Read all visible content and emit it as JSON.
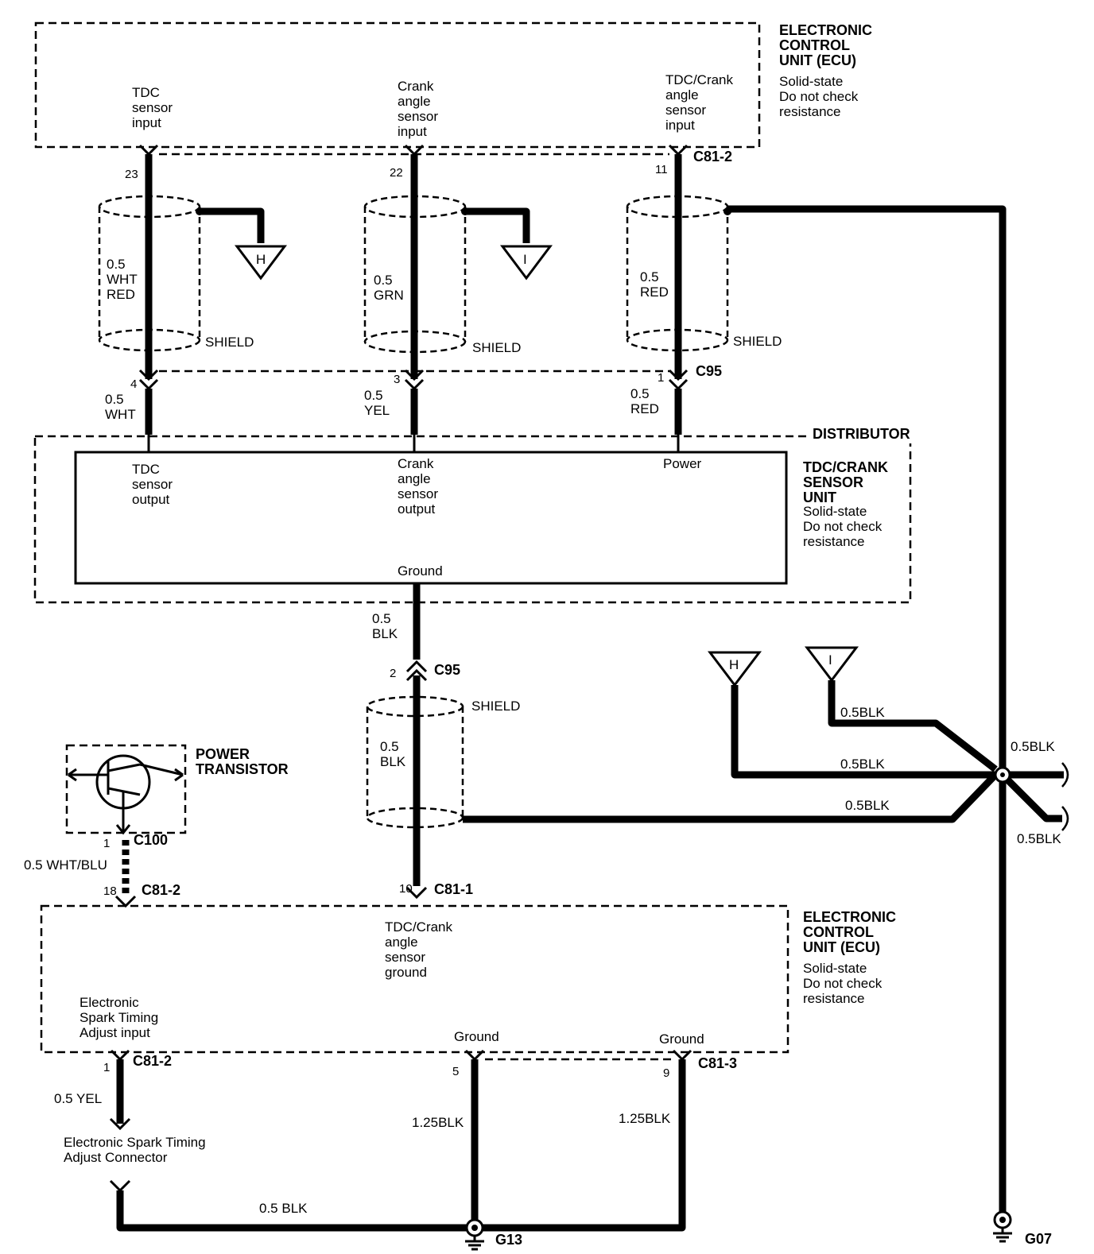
{
  "ecu_top": {
    "title": [
      "ELECTRONIC",
      "CONTROL",
      "UNIT (ECU)"
    ],
    "note": [
      "Solid-state",
      "Do not check",
      "resistance"
    ],
    "inputs": [
      [
        "TDC",
        "sensor",
        "input"
      ],
      [
        "Crank",
        "angle",
        "sensor",
        "input"
      ],
      [
        "TDC/Crank",
        "angle",
        "sensor",
        "input"
      ]
    ],
    "connector": "C81-2",
    "pins": [
      "23",
      "22",
      "11"
    ]
  },
  "shields": {
    "label": "SHIELD",
    "wires": [
      [
        "0.5",
        "WHT",
        "RED"
      ],
      [
        "0.5",
        "GRN"
      ],
      [
        "0.5",
        "RED"
      ]
    ],
    "flags": [
      "H",
      "I"
    ]
  },
  "c95_top": {
    "connector": "C95",
    "pins": [
      "4",
      "3",
      "1"
    ],
    "wires": [
      [
        "0.5",
        "WHT"
      ],
      [
        "0.5",
        "YEL"
      ],
      [
        "0.5",
        "RED"
      ]
    ]
  },
  "distributor": {
    "title": "DISTRIBUTOR",
    "unit_title": [
      "TDC/CRANK",
      "SENSOR",
      "UNIT"
    ],
    "unit_note": [
      "Solid-state",
      "Do not check",
      "resistance"
    ],
    "outputs": [
      [
        "TDC",
        "sensor",
        "output"
      ],
      [
        "Crank",
        "angle",
        "sensor",
        "output"
      ]
    ],
    "power": "Power",
    "ground": "Ground"
  },
  "ground_wire": {
    "wire": [
      "0.5",
      "BLK"
    ],
    "c95_pin": "2",
    "c95": "C95",
    "shield_label": "SHIELD",
    "shield_wire": [
      "0.5",
      "BLK"
    ],
    "pin": "10",
    "connector": "C81-1"
  },
  "power_transistor": {
    "title": [
      "POWER",
      "TRANSISTOR"
    ],
    "pin": "1",
    "connector": "C100",
    "wire": "0.5 WHT/BLU",
    "ecu_pin": "18",
    "ecu_connector": "C81-2"
  },
  "splice": {
    "flags": [
      "H",
      "I"
    ],
    "wires": [
      "0.5BLK",
      "0.5BLK",
      "0.5BLK",
      "0.5BLK",
      "0.5BLK"
    ]
  },
  "ecu_bottom": {
    "title": [
      "ELECTRONIC",
      "CONTROL",
      "UNIT (ECU)"
    ],
    "note": [
      "Solid-state",
      "Do not check",
      "resistance"
    ],
    "sensor_ground": [
      "TDC/Crank",
      "angle",
      "sensor",
      "ground"
    ],
    "spark_input": [
      "Electronic",
      "Spark Timing",
      "Adjust input"
    ],
    "ground1": "Ground",
    "ground2": "Ground",
    "pin_spark": "1",
    "conn_spark": "C81-2",
    "pin_g1": "5",
    "pin_g2": "9",
    "conn_g": "C81-3"
  },
  "bottom": {
    "wire_yel": "0.5 YEL",
    "connector_label": [
      "Electronic Spark Timing",
      "Adjust Connector"
    ],
    "wire_g1": "1.25BLK",
    "wire_g2": "1.25BLK",
    "wire_blk": "0.5 BLK",
    "g13": "G13",
    "g07": "G07"
  }
}
